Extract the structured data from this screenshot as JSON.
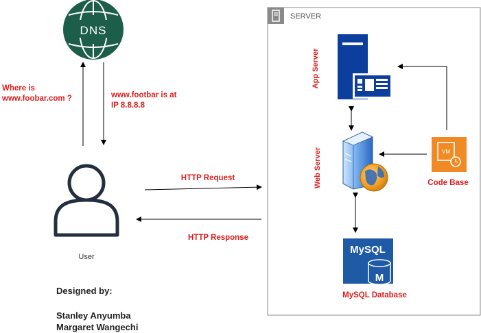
{
  "dns": {
    "label": "DNS"
  },
  "query": {
    "line1": "Where is",
    "line2": "www.foobar.com ?"
  },
  "answer": {
    "line1": "www.footbar is at",
    "line2": "IP 8.8.8.8"
  },
  "user": {
    "label": "User"
  },
  "http": {
    "request": "HTTP Request",
    "response": "HTTP Response"
  },
  "server": {
    "title": "SERVER",
    "app_server": "App Server",
    "web_server": "Web Server",
    "code_base": "Code Base",
    "vm_badge": "VM",
    "mysql_logo": "MySQL",
    "mysql_letter": "M",
    "database": "MySQL Database"
  },
  "credits": {
    "heading": "Designed by:",
    "names": [
      "Stanley Anyumba",
      "Margaret Wangechi"
    ]
  },
  "colors": {
    "dns_green": "#1d5e4a",
    "label_red": "#e01b1b",
    "server_blue": "#0c3e9e",
    "mysql_blue": "#1f5aa6",
    "vm_orange": "#f08a24",
    "user_dark": "#232f3e",
    "text_dark": "#222222"
  },
  "icons": [
    "globe-icon",
    "user-icon",
    "server-group-icon",
    "app-server-icon",
    "web-server-icon",
    "vm-icon",
    "mysql-icon"
  ]
}
